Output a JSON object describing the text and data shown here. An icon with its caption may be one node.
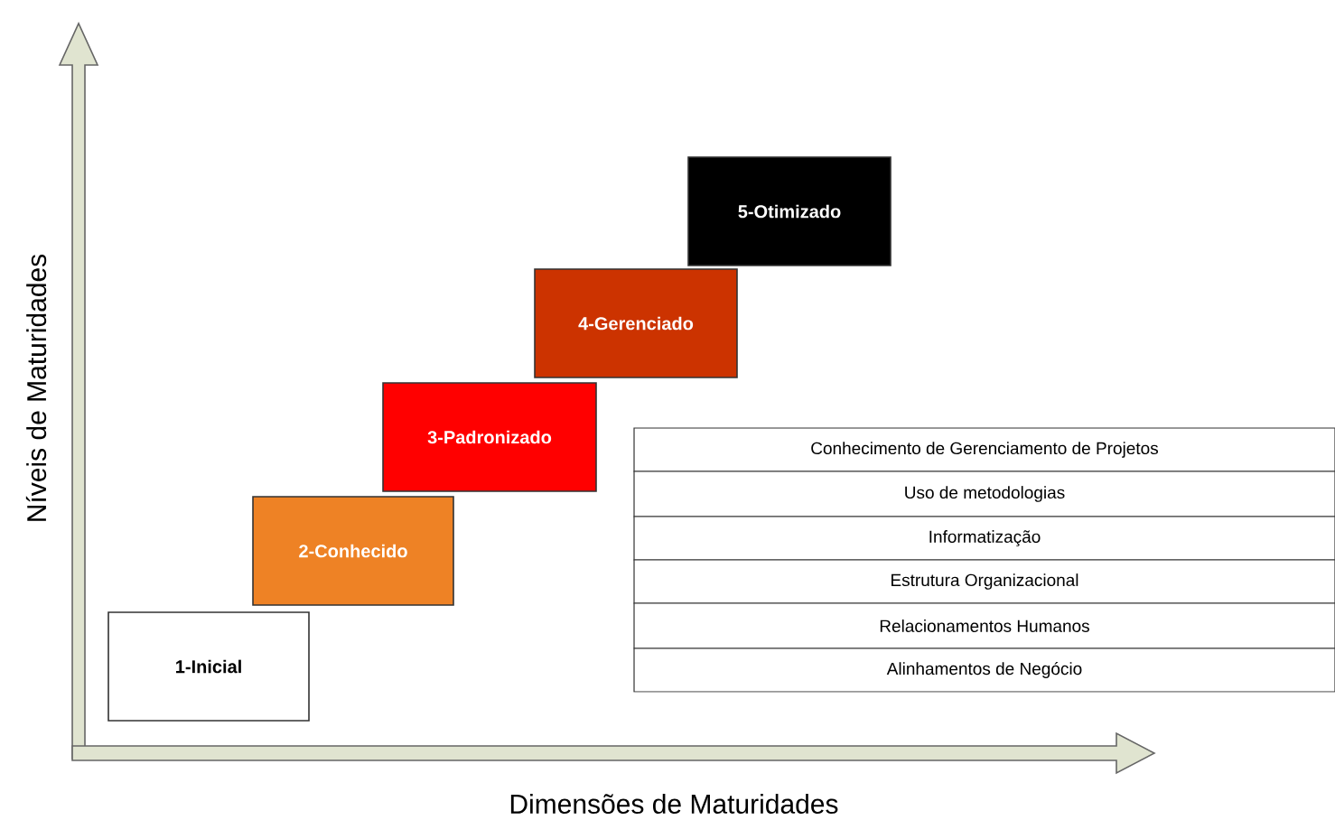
{
  "diagram": {
    "nodes": [
      {
        "text": [
          "1-Inicial"
        ]
      },
      {
        "text": [
          "2-Conhecido"
        ]
      },
      {
        "text": [
          "3-Padronizado"
        ]
      },
      {
        "text": [
          "4-Gerenciado"
        ]
      },
      {
        "text": [
          "5-Otimizado"
        ]
      },
      {
        "text": [
          "Conhecimento de Gerenciamento de Projetos"
        ]
      },
      {
        "text": [
          "Uso de metodologias"
        ]
      },
      {
        "text": [
          "Informatização"
        ]
      },
      {
        "text": [
          "Estrutura Organizacional"
        ]
      },
      {
        "text": [
          "Relacionamentos Humanos"
        ]
      },
      {
        "text": [
          "Alinhamentos de Negócio"
        ]
      }
    ],
    "labels": [
      "Níveis de Maturidades",
      "Dimensões de Maturidades"
    ]
  }
}
